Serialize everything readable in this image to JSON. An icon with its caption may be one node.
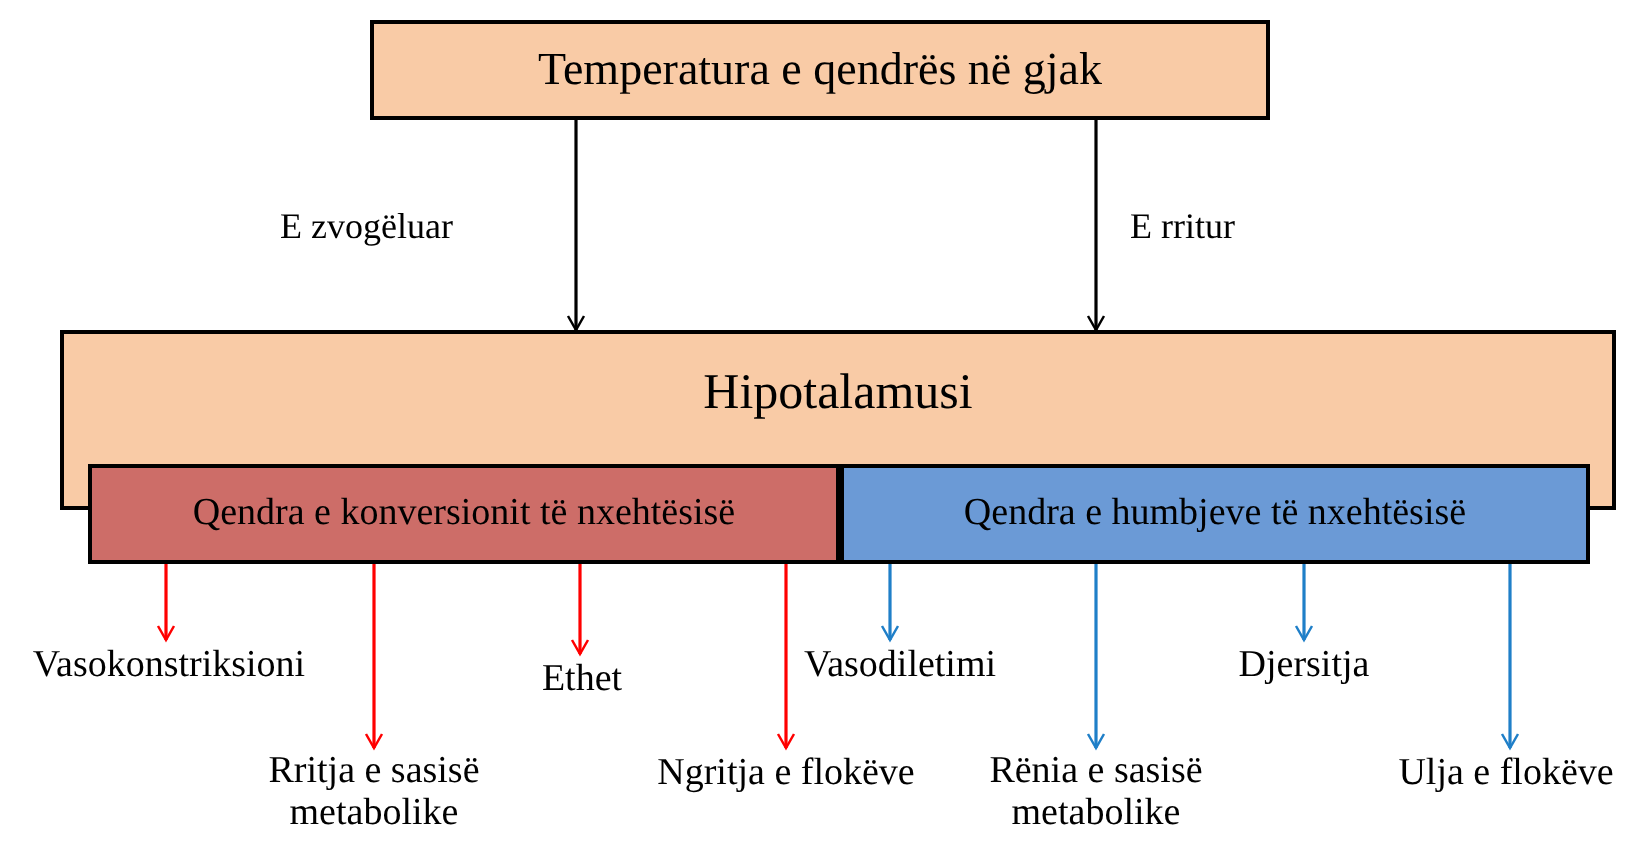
{
  "diagram": {
    "nodes": [
      {
        "text": [
          "Temperatura e qendrës në gjak"
        ]
      },
      {
        "text": [
          "Hipotalamusi"
        ]
      },
      {
        "text": [
          "Qendra e konversionit të nxehtësisë"
        ]
      },
      {
        "text": [
          "Qendra e humbjeve të nxehtësisë"
        ]
      },
      {
        "text": [
          "Vasokonstriksioni"
        ]
      },
      {
        "text": [
          "Rritja e sasisë metabolike"
        ]
      },
      {
        "text": [
          "Ethet"
        ]
      },
      {
        "text": [
          "Ngritja e flokëve"
        ]
      },
      {
        "text": [
          "Vasodiletimi"
        ]
      },
      {
        "text": [
          "Rënia e sasisë metabolike"
        ]
      },
      {
        "text": [
          "Djersitja"
        ]
      },
      {
        "text": [
          "Ulja e flokëve"
        ]
      }
    ],
    "edges": [
      {
        "from": 0,
        "to": 1,
        "arrow": "to",
        "label": "E zvogëluar",
        "color": "#000000"
      },
      {
        "from": 0,
        "to": 1,
        "arrow": "to",
        "label": "E rritur",
        "color": "#000000"
      },
      {
        "from": 2,
        "to": 4,
        "arrow": "to",
        "color": "#ff0000"
      },
      {
        "from": 2,
        "to": 5,
        "arrow": "to",
        "color": "#ff0000"
      },
      {
        "from": 2,
        "to": 6,
        "arrow": "to",
        "color": "#ff0000"
      },
      {
        "from": 2,
        "to": 7,
        "arrow": "to",
        "color": "#ff0000"
      },
      {
        "from": 3,
        "to": 8,
        "arrow": "to",
        "color": "#1f7fc8"
      },
      {
        "from": 3,
        "to": 9,
        "arrow": "to",
        "color": "#1f7fc8"
      },
      {
        "from": 3,
        "to": 10,
        "arrow": "to",
        "color": "#1f7fc8"
      },
      {
        "from": 3,
        "to": 11,
        "arrow": "to",
        "color": "#1f7fc8"
      }
    ]
  }
}
